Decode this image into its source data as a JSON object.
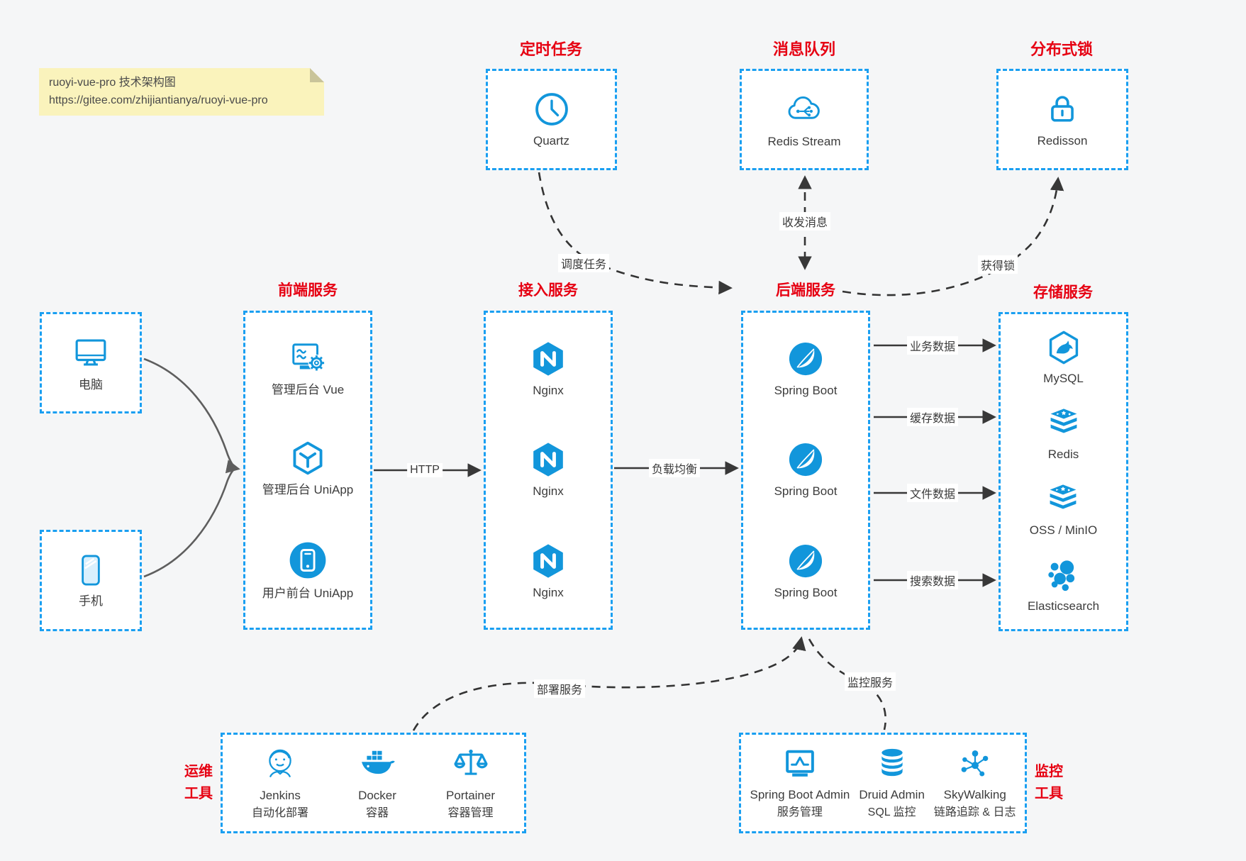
{
  "note": {
    "line1": "ruoyi-vue-pro 技术架构图",
    "line2": "https://gitee.com/zhijiantianya/ruoyi-vue-pro"
  },
  "top": {
    "scheduler": {
      "title": "定时任务",
      "item": "Quartz"
    },
    "mq": {
      "title": "消息队列",
      "item": "Redis Stream"
    },
    "lock": {
      "title": "分布式锁",
      "item": "Redisson"
    }
  },
  "clients": {
    "computer": "电脑",
    "phone": "手机"
  },
  "columns": {
    "frontend": {
      "title": "前端服务",
      "items": [
        "管理后台 Vue",
        "管理后台 UniApp",
        "用户前台 UniApp"
      ]
    },
    "gateway": {
      "title": "接入服务",
      "items": [
        "Nginx",
        "Nginx",
        "Nginx"
      ]
    },
    "backend": {
      "title": "后端服务",
      "items": [
        "Spring Boot",
        "Spring Boot",
        "Spring Boot"
      ]
    },
    "storage": {
      "title": "存储服务",
      "items": [
        "MySQL",
        "Redis",
        "OSS / MinIO",
        "Elasticsearch"
      ]
    }
  },
  "bottom": {
    "ops": {
      "label_line1": "运维",
      "label_line2": "工具",
      "items": [
        {
          "name": "Jenkins",
          "desc": "自动化部署"
        },
        {
          "name": "Docker",
          "desc": "容器"
        },
        {
          "name": "Portainer",
          "desc": "容器管理"
        }
      ]
    },
    "monitor": {
      "label_line1": "监控",
      "label_line2": "工具",
      "items": [
        {
          "name": "Spring Boot Admin",
          "desc": "服务管理"
        },
        {
          "name": "Druid Admin",
          "desc": "SQL 监控"
        },
        {
          "name": "SkyWalking",
          "desc": "链路追踪 & 日志"
        }
      ]
    }
  },
  "edges": {
    "http": "HTTP",
    "load_balance": "负载均衡",
    "schedule": "调度任务",
    "message": "收发消息",
    "get_lock": "获得锁",
    "biz_data": "业务数据",
    "cache_data": "缓存数据",
    "file_data": "文件数据",
    "search_data": "搜索数据",
    "deploy": "部署服务",
    "monitoring": "监控服务"
  },
  "icons": {
    "quartz": "clock-icon",
    "redis_stream": "cloud-network-icon",
    "redisson": "lock-icon",
    "computer": "desktop-monitor-icon",
    "phone": "smartphone-icon",
    "admin_vue": "dashboard-gear-icon",
    "admin_uniapp": "cube-icon",
    "user_uniapp": "mobile-app-circle-icon",
    "nginx": "nginx-hexagon-icon",
    "spring_boot": "spring-leaf-icon",
    "mysql": "mysql-dolphin-hexagon-icon",
    "redis": "layer-stack-icon",
    "oss_minio": "layer-stack-icon",
    "elasticsearch": "cluster-bubbles-icon",
    "jenkins": "jenkins-butler-icon",
    "docker": "docker-whale-icon",
    "portainer": "scales-icon",
    "spring_boot_admin": "monitor-chart-icon",
    "druid": "database-cylinder-icon",
    "skywalking": "node-graph-icon"
  },
  "colors": {
    "blue": "#1296db",
    "red": "#e60012",
    "box_border": "#1a9ff1"
  }
}
